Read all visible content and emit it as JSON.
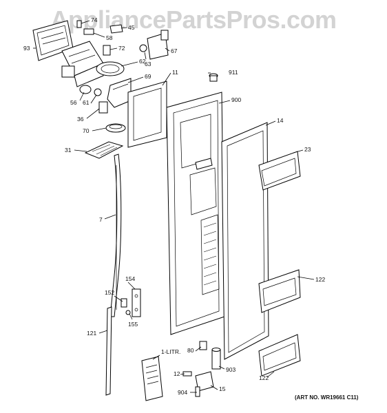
{
  "watermark": "AppliancePartsPros.com",
  "art_number": "(ART NO. WR19661 C11)",
  "callouts": {
    "c74": "74",
    "c58": "58",
    "c45": "45",
    "c93": "93",
    "c72": "72",
    "c67": "67",
    "c63": "63",
    "c62": "62",
    "c11": "11",
    "c911": "911",
    "c69": "69",
    "c56": "56",
    "c61": "61",
    "c900": "900",
    "c36": "36",
    "c14": "14",
    "c70": "70",
    "c23": "23",
    "c31": "31",
    "c7": "7",
    "c122a": "122",
    "c154": "154",
    "c152": "152",
    "c155": "155",
    "c121": "121",
    "c1litr": "1-LITR.",
    "c80": "80",
    "c903": "903",
    "c12": "12",
    "c122b": "122",
    "c904": "904",
    "c15": "15"
  }
}
